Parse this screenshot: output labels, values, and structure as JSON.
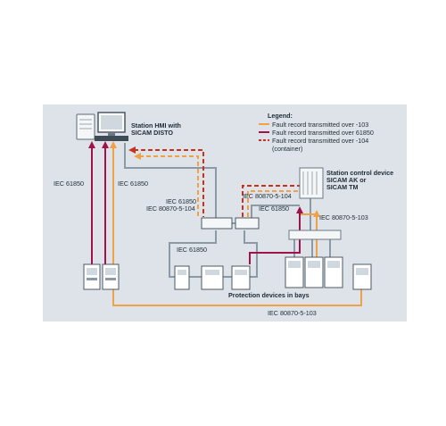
{
  "legend": {
    "title": "Legend:",
    "items": [
      {
        "label": "Fault record transmitted over -103",
        "color": "#f0a045",
        "style": "solid"
      },
      {
        "label": "Fault record transmitted over 61850",
        "color": "#a2124a",
        "style": "solid"
      },
      {
        "label": "Fault record transmitted over -104",
        "color": "#c8331f",
        "style": "dashed"
      }
    ],
    "container_note": "(container)"
  },
  "station_hmi": {
    "line1": "Station HMI with",
    "line2": "SICAM DISTO"
  },
  "station_control": {
    "line1": "Station control device",
    "line2": "SICAM AK or",
    "line3": "SICAM TM"
  },
  "labels": {
    "iec61850_left": "IEC 61850",
    "iec61850_mid": "IEC 61850",
    "iec61850_a": "IEC 61850",
    "iec80870_a": "IEC 80870-5-104",
    "iec80870_b": "IEC 80870-5-104",
    "iec61850_c": "IEC 61850",
    "iec80870_103": "IEC 80870-5-103",
    "iec61850_ring": "IEC 61850",
    "protection_bays": "Protection devices in bays",
    "iec80870_bottom": "IEC 80870-5-103"
  },
  "colors": {
    "panel": "#dde3e9",
    "gray_line": "#8b9aa6",
    "orange": "#f0a045",
    "magenta": "#a2124a",
    "red_dashed": "#c8331f"
  }
}
